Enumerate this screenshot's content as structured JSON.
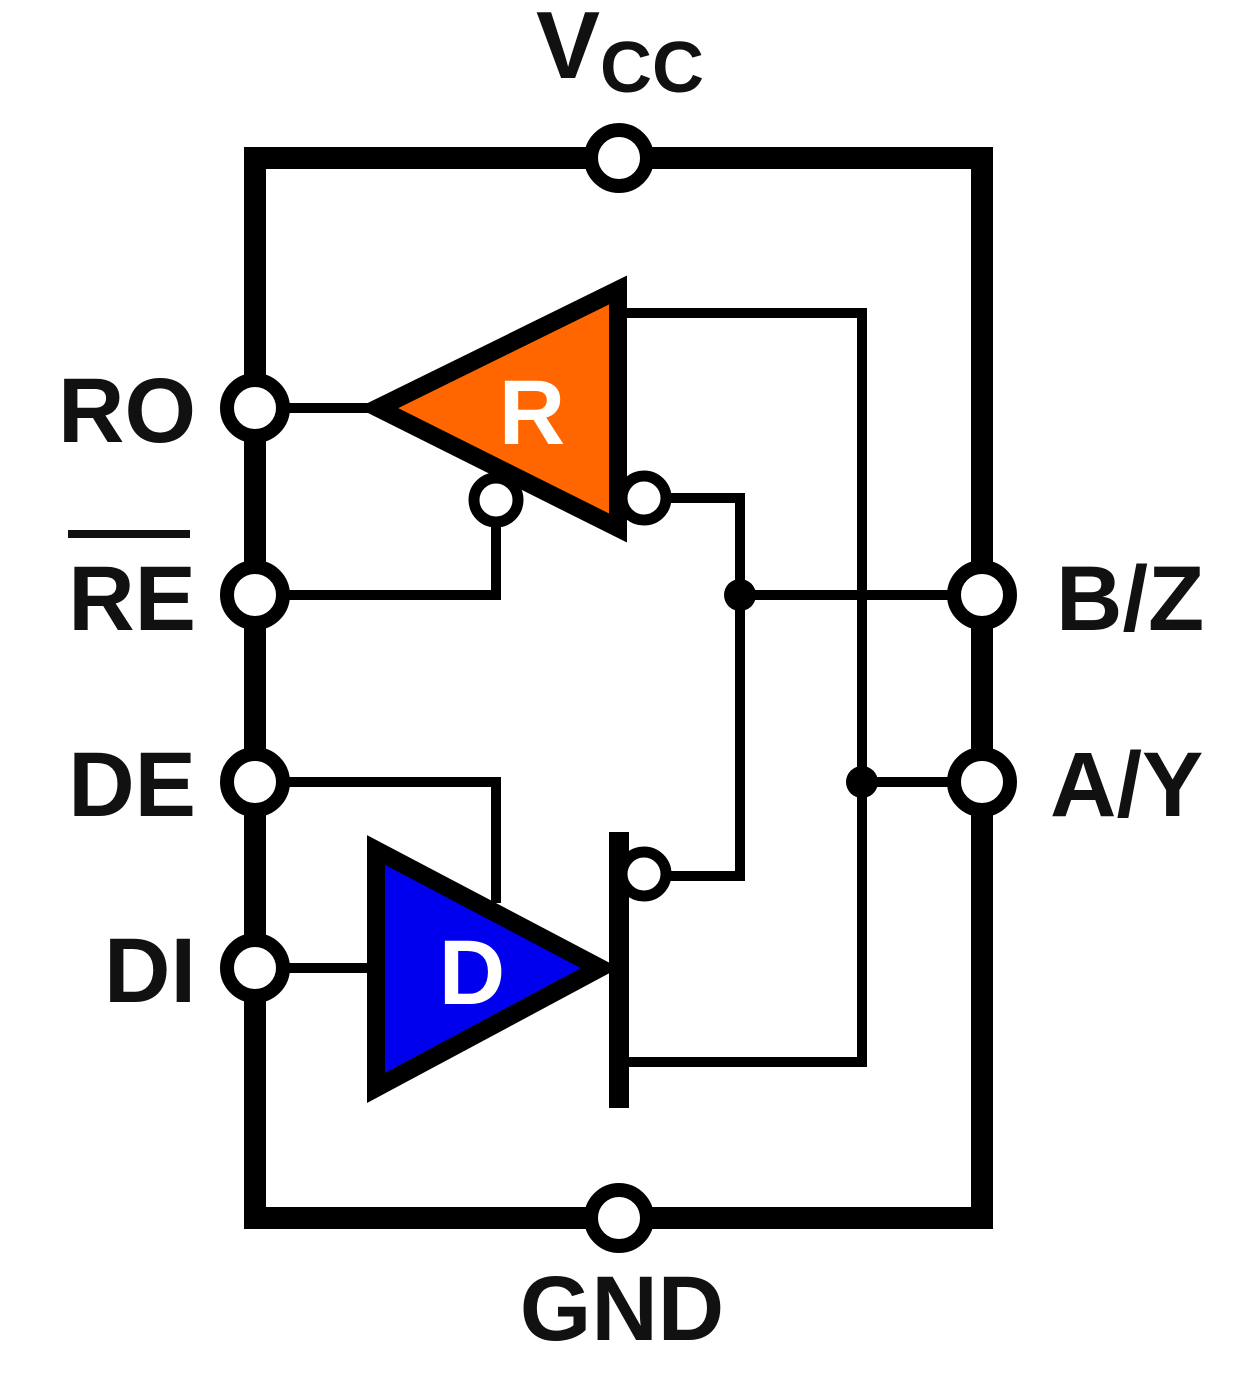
{
  "pins": {
    "vcc_main": "V",
    "vcc_sub": "CC",
    "gnd": "GND",
    "ro": "RO",
    "re": "RE",
    "de": "DE",
    "di": "DI",
    "bz": "B/Z",
    "ay": "A/Y"
  },
  "gates": {
    "receiver": {
      "label": "R",
      "color": "#ff6600"
    },
    "driver": {
      "label": "D",
      "color": "#0000ee"
    }
  }
}
